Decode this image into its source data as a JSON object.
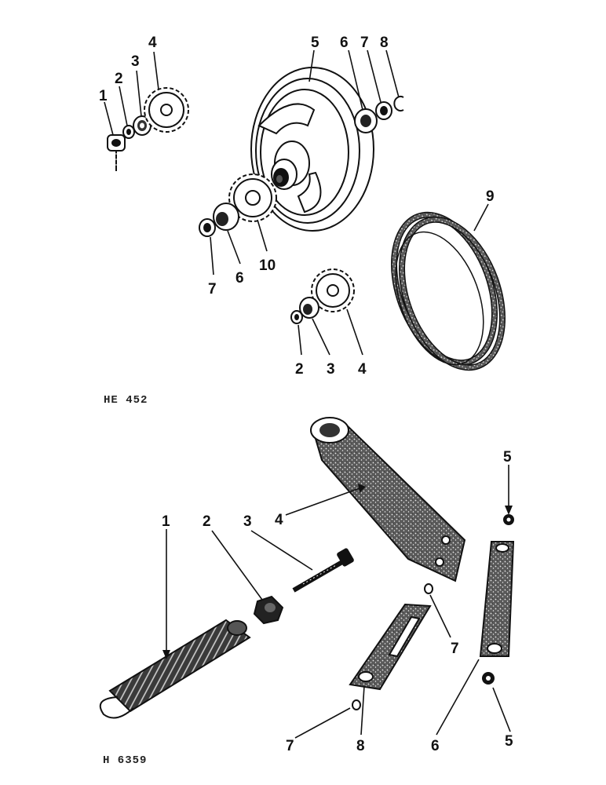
{
  "figures": [
    {
      "code": "HE 452",
      "callouts": [
        "1",
        "2",
        "3",
        "4",
        "5",
        "6",
        "7",
        "8",
        "9",
        "10",
        "7",
        "6",
        "2",
        "3",
        "4"
      ]
    },
    {
      "code": "H 6359",
      "callouts": [
        "1",
        "2",
        "3",
        "4",
        "5",
        "7",
        "7",
        "8",
        "6",
        "5"
      ]
    }
  ],
  "colors": {
    "ink": "#111111",
    "paper": "#ffffff",
    "tone": "#6d6d6d"
  }
}
